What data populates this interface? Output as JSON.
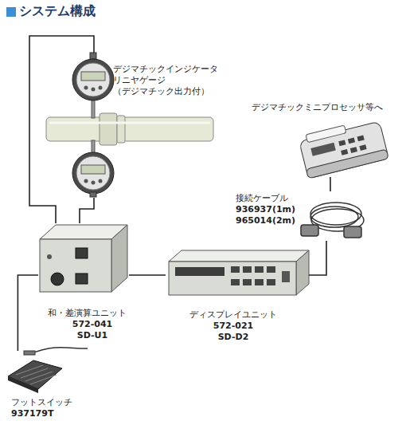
{
  "diagram": {
    "title": "システム構成",
    "nodes": [
      {
        "text": [
          "デジマチックインジケータ リニヤゲージ （デジマチック出力付）"
        ]
      },
      {
        "text": [
          "デジマチックミニプロセッサ等へ"
        ]
      },
      {
        "text": [
          "接続ケーブル",
          "936937(1m) 965014(2m)"
        ]
      },
      {
        "text": [
          "和・差演算ユニット",
          "572-041 SD-U1"
        ]
      },
      {
        "text": [
          "ディスプレイユニット",
          "572-021 SD-D2"
        ]
      },
      {
        "text": [
          "フットスイッチ",
          "937179T"
        ]
      }
    ],
    "edges": [
      {
        "from": 0,
        "to": 3,
        "arrow": "none"
      },
      {
        "from": 0,
        "to": 3,
        "arrow": "none"
      },
      {
        "from": 5,
        "to": 3,
        "arrow": "none"
      },
      {
        "from": 3,
        "to": 4,
        "arrow": "none"
      },
      {
        "from": 4,
        "to": 2,
        "arrow": "none"
      },
      {
        "from": 2,
        "to": 1,
        "arrow": "none"
      }
    ]
  }
}
